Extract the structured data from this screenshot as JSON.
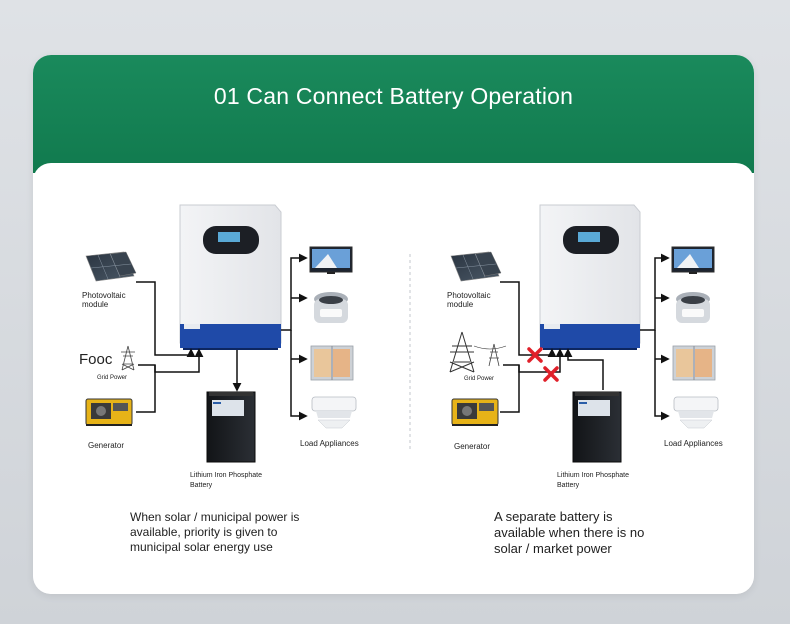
{
  "title": "01 Can Connect Battery Operation",
  "left": {
    "pv_label_1": "Photovoltaic",
    "pv_label_2": "module",
    "grid_title": "Fooc",
    "grid_label": "Grid Power",
    "generator_label": "Generator",
    "battery_label_1": "Lithium Iron Phosphate",
    "battery_label_2": "Battery",
    "load_label": "Load Appliances",
    "caption": [
      "When solar / municipal power is",
      "available, priority is given to",
      "municipal solar energy use"
    ]
  },
  "right": {
    "pv_label_1": "Photovoltaic",
    "pv_label_2": "module",
    "grid_label": "Grid Power",
    "generator_label": "Generator",
    "battery_label_1": "Lithium Iron Phosphate",
    "battery_label_2": "Battery",
    "load_label": "Load Appliances",
    "caption": [
      "A separate battery is",
      "available when there is no",
      "solar / market power"
    ]
  },
  "colors": {
    "header_green": "#138255",
    "inverter_blue": "#1f4aa8",
    "cross_red": "#e0202a",
    "line": "#111111"
  }
}
